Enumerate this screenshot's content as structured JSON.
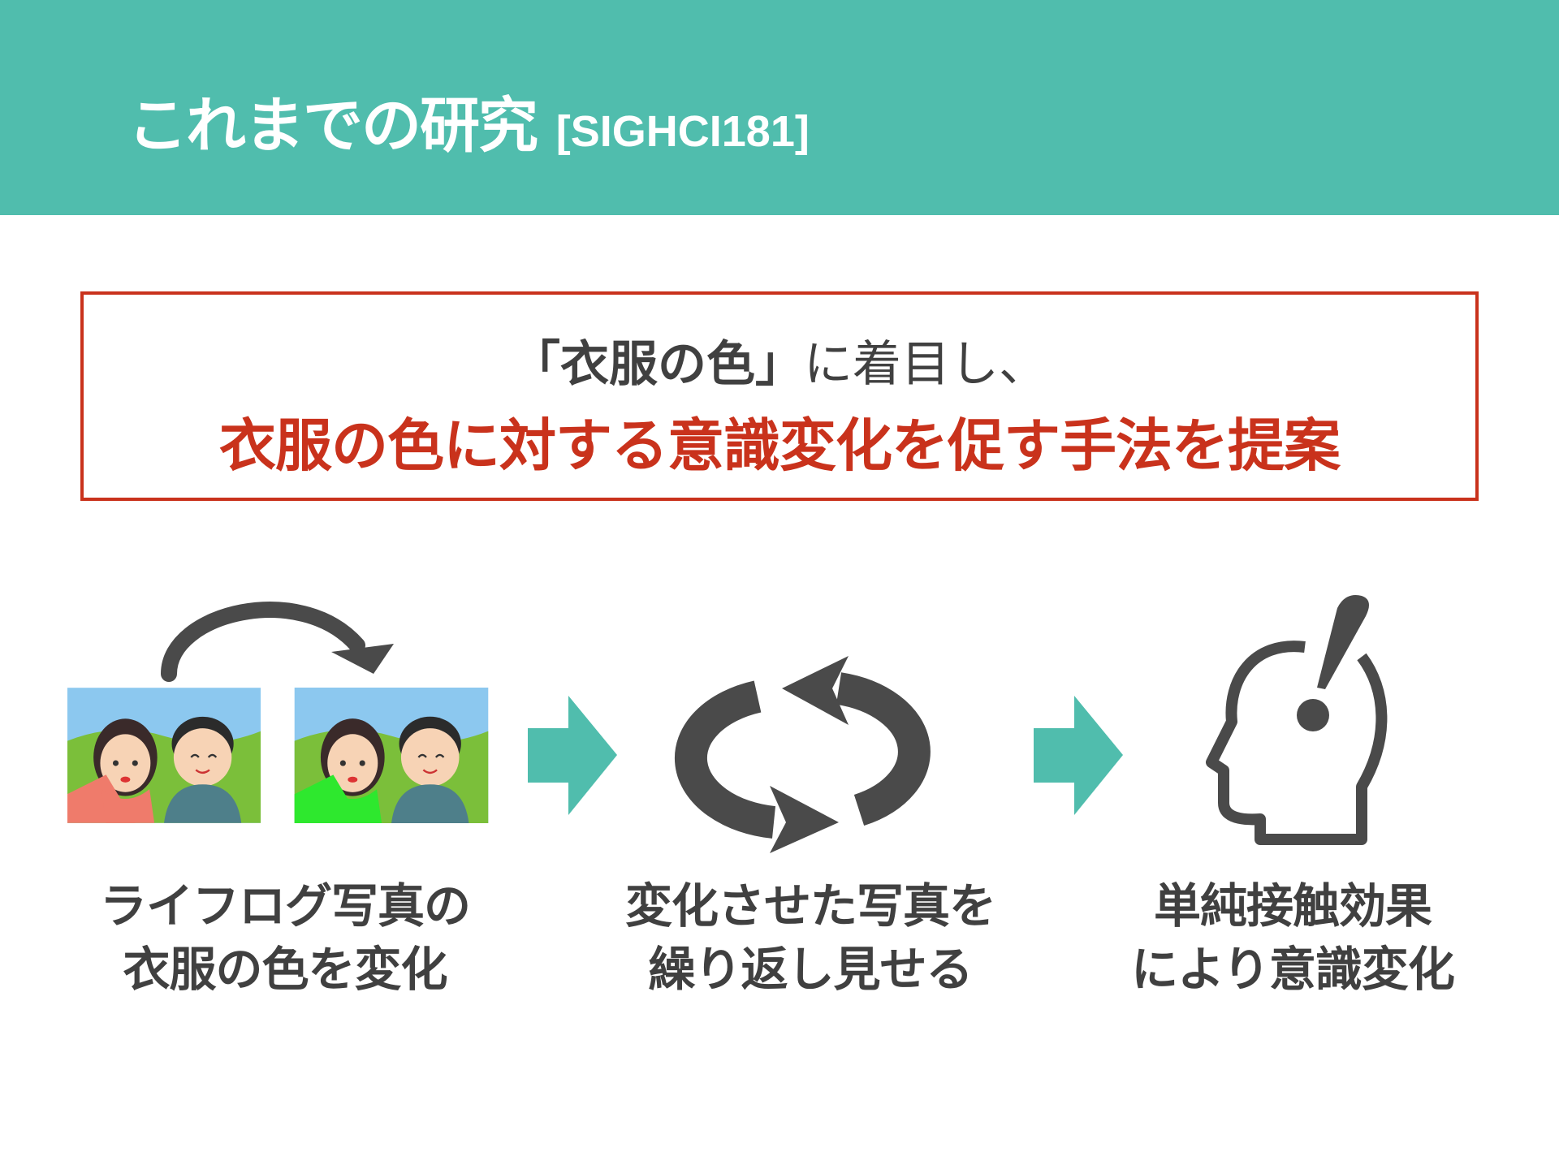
{
  "header": {
    "title": "これまでの研究",
    "reference": "[SIGHCI181]"
  },
  "proposal": {
    "line1_quoted": "「衣服の色」",
    "line1_rest": "に着目し、",
    "line2": "衣服の色に対する意識変化を促す手法を提案"
  },
  "steps": [
    {
      "line1": "ライフログ写真の",
      "line2": "衣服の色を変化",
      "icon": "photo-swap-icon"
    },
    {
      "line1": "変化させた写真を",
      "line2": "繰り返し見せる",
      "icon": "repeat-cycle-icon"
    },
    {
      "line1": "単純接触効果",
      "line2": "により意識変化",
      "icon": "head-exclamation-icon"
    }
  ],
  "colors": {
    "header": "#50bdad",
    "accent_red": "#c9321c",
    "icon_gray": "#4a4a4a",
    "arrow_teal": "#50bdad",
    "shirt_original": "#ef7b6b",
    "shirt_changed": "#2ee82e"
  }
}
